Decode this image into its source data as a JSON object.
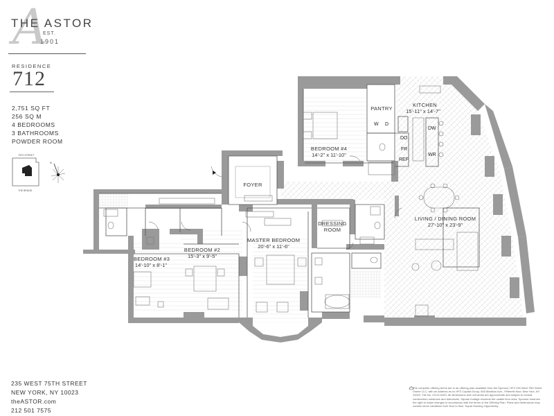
{
  "brand": {
    "name": "THE ASTOR",
    "est": "EST.",
    "year": "1901",
    "monogram": "A"
  },
  "residence": {
    "label": "RESIDENCE",
    "number": "712"
  },
  "specs": [
    "2,751 SQ FT",
    "256 SQ M",
    "4 BEDROOMS",
    "3 BATHROOMS",
    "POWDER ROOM"
  ],
  "keyplan": {
    "label_top": "75TH STREET",
    "label_bottom": "THE BRAND",
    "compass": "N"
  },
  "rooms": {
    "kitchen": {
      "label": "KITCHEN",
      "dim": "15'-11\" x 14'-7\""
    },
    "pantry": {
      "label": "PANTRY"
    },
    "bedroom4": {
      "label": "BEDROOM #4",
      "dim": "14'-2\" x 11'-10\""
    },
    "foyer": {
      "label": "FOYER"
    },
    "living": {
      "label": "LIVING / DINING ROOM",
      "dim": "27'-10\" x 23'-9\""
    },
    "dressing": {
      "label1": "DRESSING",
      "label2": "ROOM"
    },
    "master": {
      "label": "MASTER BEDROOM",
      "dim": "20'-6\" x 11'-6\""
    },
    "bedroom2": {
      "label": "BEDROOM #2",
      "dim": "15'-3\" x 9'-5\""
    },
    "bedroom3": {
      "label": "BEDROOM #3",
      "dim": "14'-10\" x 8'-1\""
    }
  },
  "appliances": {
    "w": "W",
    "d": "D",
    "do": "DO",
    "fr": "FR",
    "ref": "REF",
    "dw": "DW",
    "wr": "WR"
  },
  "address": [
    "235 WEST 75TH STREET",
    "NEW YORK, NY 10023",
    "theASTOR.com",
    "212 501 7575"
  ],
  "disclaimer": "The complete offering terms are in an offering plan available from the Sponsor, HFZ 235 West 75th Street Owner LLC, with an address at c/o HFZ Capital Group, 600 Madison Ave., Fifteenth floor, New York, NY 10022. File No. CD13-0263. All dimensions and unit areas are approximate and subject to normal construction variances and tolerances. Square footage exceeds the usable floor area. Sponsor reserves the right to make changes in accordance with the terms of the Offering Plan. Plans and dimensions may contain minor variations from floor to floor. Equal Housing Opportunity.",
  "colors": {
    "wall": "#9a9a9a",
    "line": "#555555",
    "text": "#333333",
    "monogram": "#c9c9c9"
  }
}
